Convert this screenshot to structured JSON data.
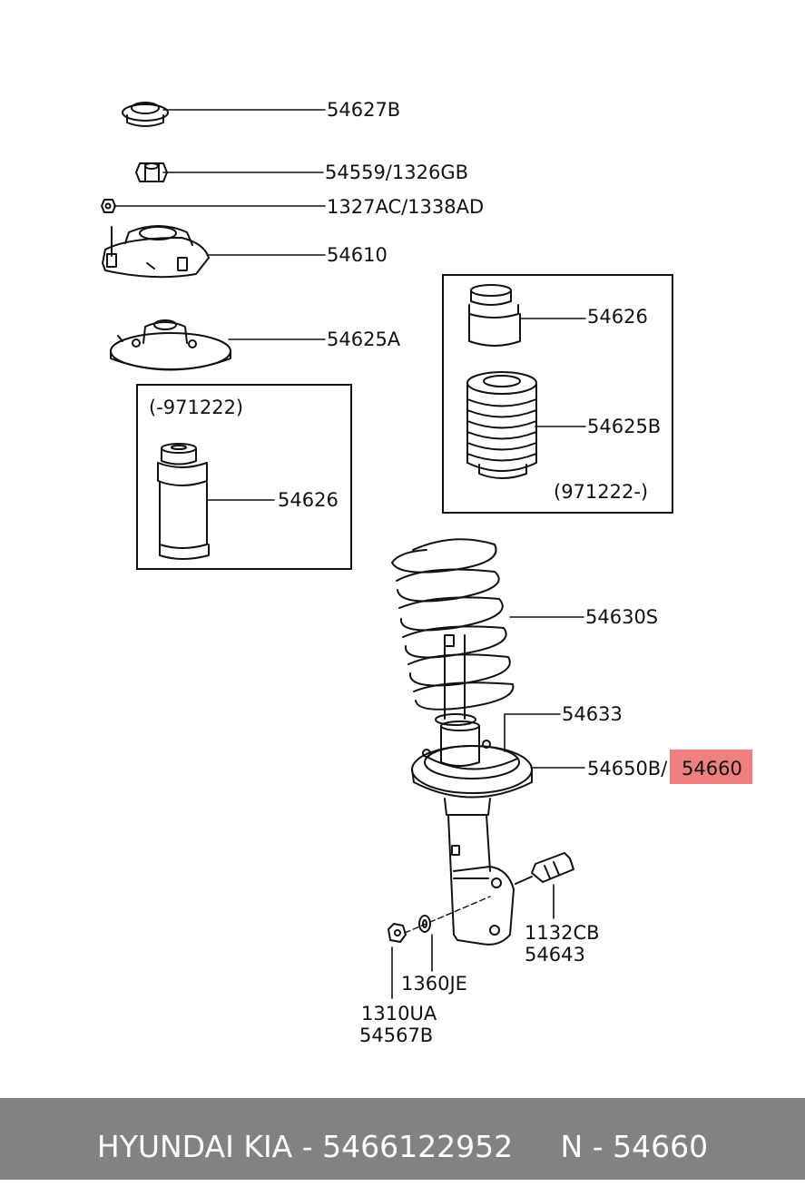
{
  "diagram": {
    "labels": {
      "p54627B": "54627B",
      "p54559": "54559/1326GB",
      "p1327AC": "1327AC/1338AD",
      "p54610": "54610",
      "p54625A": "54625A",
      "box_left_note": "(-971222)",
      "p54626_left": "54626",
      "p54626_right": "54626",
      "p54625B": "54625B",
      "box_right_note": "(971222-)",
      "p54630S": "54630S",
      "p54633": "54633",
      "p54650B": "54650B/",
      "p54660": "54660",
      "p1132CB": "1132CB",
      "p54643": "54643",
      "p1360JE": "1360JE",
      "p1310UA": "1310UA",
      "p54567B": "54567B"
    },
    "highlight_color": "#f08080"
  },
  "footer": {
    "text": "HYUNDAI KIA - 5466122952     N - 54660",
    "background": "#828282"
  }
}
